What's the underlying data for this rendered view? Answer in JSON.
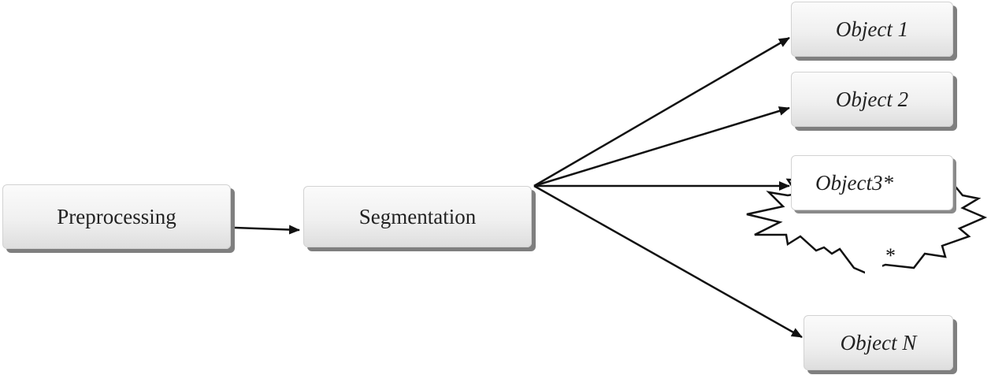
{
  "nodes": {
    "preprocessing": "Preprocessing",
    "segmentation": "Segmentation",
    "object1": "Object 1",
    "object2": "Object 2",
    "object3": "Object3*",
    "objectN": "Object N"
  },
  "starburst_label": "*",
  "colors": {
    "arrow": "#111111",
    "box_shadow": "#7f7f7f",
    "starburst_stroke": "#111111"
  }
}
